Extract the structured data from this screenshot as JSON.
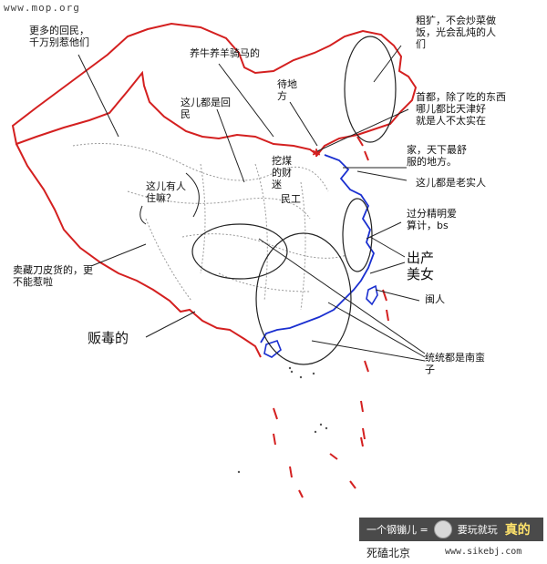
{
  "watermark": "www.mop.org",
  "labels": {
    "hui": "更多的回民，\n千万别惹他们",
    "herding": "养牛养羊骑马的",
    "rough": "粗犷，不会炒菜做\n饭，光会乱炖的人\n们",
    "daifang": "待地\n方",
    "capital": "首都，除了吃的东西\n哪儿都比天津好\n就是人不太实在",
    "huimin": "这儿都是回\n民",
    "coal": "挖煤\n的财\n迷",
    "home": "家，天下最舒\n服的地方。",
    "honest": "这儿都是老实人",
    "mingong": "民工",
    "anyone": "这儿有人\n住嘛？",
    "shrewd": "过分精明爱\n算计，bs",
    "beauty": "出产\n美女",
    "tibet": "卖藏刀皮货的，更\n不能惹啦",
    "min": "闽人",
    "drug": "贩毒的",
    "south": "统统都是南蛮\n子"
  },
  "brand": {
    "part1": "一个钢镚儿 =",
    "part2": "要玩就玩",
    "part3": "真的"
  },
  "footer": {
    "left": "死磕北京",
    "right": "www.sikebj.com"
  },
  "colors": {
    "border": "#d42020",
    "coast": "#1a2fd0",
    "province": "#9a9a9a",
    "line": "#222222"
  }
}
